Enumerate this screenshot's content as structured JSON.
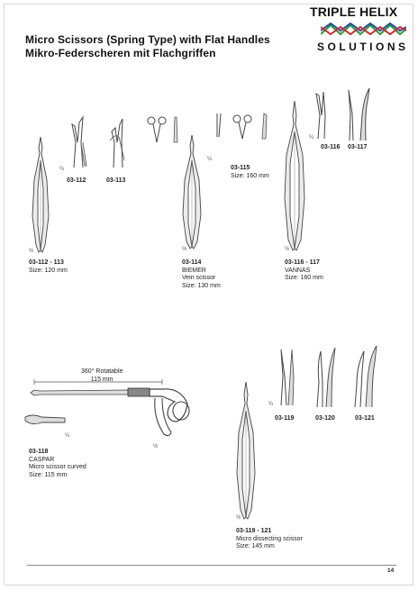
{
  "header": {
    "title_en": "Micro Scissors (Spring Type) with Flat Handles",
    "title_de": "Mikro-Federscheren mit Flachgriffen",
    "logo_top": "TRIPLE HELIX",
    "logo_bottom": "SOLUTIONS",
    "logo_colors": [
      "#2e9a3e",
      "#1f4fa3",
      "#d42a2a"
    ]
  },
  "items": {
    "i1": {
      "code": "03-112 - 113",
      "size": "Size: 120 mm",
      "scale": "½"
    },
    "i1a": {
      "code": "03-112",
      "scale": "¼"
    },
    "i1b": {
      "code": "03-113"
    },
    "i2": {
      "code": "03-114",
      "name": "BIEMER",
      "desc": "Vein scissor",
      "size": "Size: 130 mm",
      "scale": "½"
    },
    "i3": {
      "code": "03-115",
      "size": "Size: 160 mm",
      "scale": "¼"
    },
    "i4": {
      "code": "03-116 - 117",
      "name": "VANNAS",
      "size": "Size: 160 mm",
      "scale": "½"
    },
    "i4a": {
      "code": "03-116",
      "scale": "¼"
    },
    "i4b": {
      "code": "03-117"
    },
    "i5": {
      "code": "03-118",
      "name": "CASPAR",
      "desc": "Micro scissor curved",
      "size": "Size: 115 mm",
      "rot": "360° Rotatable",
      "len": "115 mm",
      "scale": "½",
      "scale2": "¼"
    },
    "i6": {
      "code": "03-119 - 121",
      "desc": "Micro dissecting scissor",
      "size": "Size: 145 mm",
      "scale": "½"
    },
    "i6a": {
      "code": "03-119",
      "scale": "¼"
    },
    "i6b": {
      "code": "03-120"
    },
    "i6c": {
      "code": "03-121"
    }
  },
  "footer": {
    "page": "14"
  }
}
